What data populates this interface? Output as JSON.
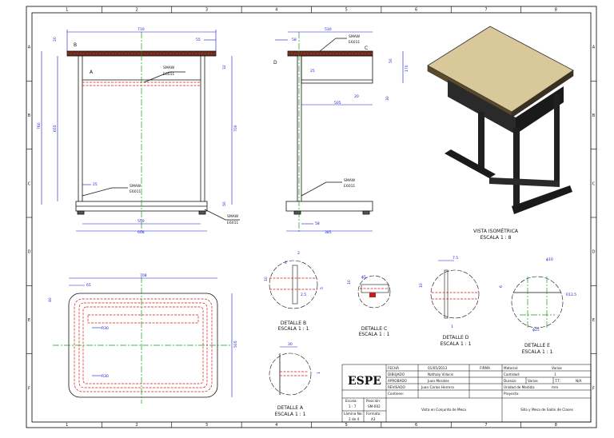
{
  "grid": {
    "columns": [
      "1",
      "2",
      "3",
      "4",
      "5",
      "6",
      "7",
      "8"
    ],
    "rows": [
      "A",
      "B",
      "C",
      "D",
      "E",
      "F"
    ]
  },
  "front_view": {
    "label_b": "B",
    "label_a": "A",
    "dims": {
      "top_w": "710",
      "left_20": "20",
      "right_55": "55",
      "overall_h": "760",
      "inner_h": "655",
      "mid_32": "32",
      "right_h": "700",
      "r25": "25",
      "bottom_50": "50",
      "w_550": "550",
      "w_608": "608"
    },
    "weld1": {
      "line1": "SMAW",
      "line2": "E6011"
    },
    "weld2": {
      "line1": "SMAW",
      "line2": "E6011"
    },
    "weld3": {
      "line1": "SMAW",
      "line2": "E6011"
    }
  },
  "side_view": {
    "label_d": "D",
    "label_c": "C",
    "dims": {
      "top_w": "510",
      "d58": "58",
      "d50": "50",
      "d170": "170",
      "d25": "25",
      "d20": "20",
      "d30": "30",
      "d505": "505",
      "d58b": "58",
      "d385": "385"
    },
    "weld1": {
      "line1": "SMAW",
      "line2": "E6011"
    },
    "weld2": {
      "line1": "SMAW",
      "line2": "E6011"
    }
  },
  "isometric": {
    "title": "VISTA ISOMÉTRICA",
    "scale": "ESCALA 1 : 8"
  },
  "top_view": {
    "dims": {
      "w": "708",
      "d65": "65",
      "d40": "40",
      "r30a": "R30",
      "r30b": "R30",
      "h": "505"
    }
  },
  "detail_b": {
    "title": "DETALLE  B",
    "scale": "ESCALA 1 : 1",
    "dims": {
      "d1": "1",
      "d10": "10",
      "d2": "2",
      "d25": "2.5",
      "d5": "5"
    }
  },
  "detail_c": {
    "title": "DETALLE C",
    "scale": "ESCALA 1 : 1",
    "dims": {
      "phi": "ϕ5",
      "d10": "10"
    }
  },
  "detail_d": {
    "title": "DETALLE  D",
    "scale": "ESCALA 1 : 1",
    "dims": {
      "d75": "7.5",
      "d10": "10",
      "d1": "1"
    }
  },
  "detail_e": {
    "title": "DETALLE  E",
    "scale": "ESCALA 1 : 1",
    "dims": {
      "phi10": "ϕ10",
      "r125": "R12.5",
      "d6": "6",
      "phi25": "ϕ25"
    }
  },
  "detail_a": {
    "title": "DETALLE  A",
    "scale": "ESCALA 1 : 1",
    "dims": {
      "d30": "30",
      "d1": "1"
    }
  },
  "title_block": {
    "logo": "ESPE",
    "fecha_label": "FECHA",
    "fecha_value": "01/05/2013",
    "firma_label": "FIRMA",
    "dibujado_label": "DIBUJADO",
    "dibujado_value": "Nathaly Villacis",
    "aprobado_label": "APROBADO",
    "aprobado_value": "Juan Morales",
    "revisado_label": "REVISADO",
    "revisado_value": "Juan Carlos Herrera",
    "material_label": "Material:",
    "material_value": "Varios",
    "cantidad_label": "Cantidad:",
    "cantidad_value": "1",
    "dureza_label": "Dureza:",
    "dureza_value": "Varias",
    "tt_label": "T.T:",
    "tt_value": "N/A",
    "unidad_label": "Unidad de Medida:",
    "unidad_value": "mm",
    "escala_label": "Escala:",
    "escala_value": "1 : 7",
    "posicion_label": "Posición:",
    "posicion_value": "SM-002",
    "contiene_label": "Contiene:",
    "contiene_value": "Vista en Conjunto de Mesa",
    "proyecto_label": "Proyecto:",
    "proyecto_value": "Silla y Mesa de Salón de Clases",
    "lamina_label": "Lámina No:",
    "lamina_value": "2 de 4",
    "formato_label": "Formato:",
    "formato_value": "A3"
  }
}
